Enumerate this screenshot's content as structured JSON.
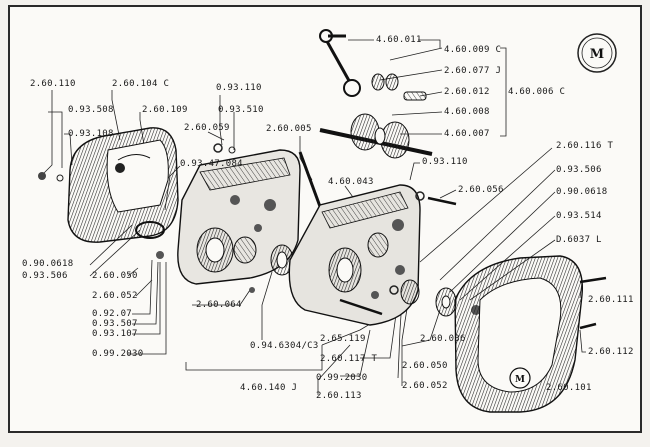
{
  "logo": {
    "letters": "MM"
  },
  "labels": {
    "l_4_60_011": "4.60.011",
    "l_4_60_009c": "4.60.009 C",
    "l_2_60_077j": "2.60.077 J",
    "l_2_60_012": "2.60.012",
    "l_4_60_006c": "4.60.006 C",
    "l_4_60_008": "4.60.008",
    "l_4_60_007": "4.60.007",
    "l_2_60_110": "2.60.110",
    "l_2_60_104c": "2.60.104 C",
    "l_0_93_508": "0.93.508",
    "l_2_60_109": "2.60.109",
    "l_0_93_110_a": "0.93.110",
    "l_0_93_510": "0.93.510",
    "l_0_93_108": "0.93.108",
    "l_2_60_059": "2.60.059",
    "l_2_60_005": "2.60.005",
    "l_0_93_47_084": "0.93.47.084",
    "l_2_60_116t": "2.60.116 T",
    "l_0_93_110_b": "0.93.110",
    "l_4_60_043": "4.60.043",
    "l_0_93_506_r": "0.93.506",
    "l_2_60_056": "2.60.056",
    "l_0_90_0618_r": "0.90.0618",
    "l_0_93_514": "0.93.514",
    "l_d_6037l": "D.6037 L",
    "l_0_90_0618_l": "0.90.0618",
    "l_0_93_506_l": "0.93.506",
    "l_2_60_050_l": "2.60.050",
    "l_2_60_052_l": "2.60.052",
    "l_2_60_064": "2.60.064",
    "l_2_60_111": "2.60.111",
    "l_0_92_07": "0.92.07",
    "l_0_93_507": "0.93.507",
    "l_0_93_107": "0.93.107",
    "l_0_99_2030_l": "0.99.2030",
    "l_2_65_119": "2.65.119",
    "l_0_94_6304": "0.94.6304/C3",
    "l_2_60_036": "2.60.036",
    "l_2_60_112": "2.60.112",
    "l_2_60_117t": "2.60.117 T",
    "l_2_60_050_r": "2.60.050",
    "l_0_99_2030_r": "0.99.2030",
    "l_2_60_052_r": "2.60.052",
    "l_2_60_101": "2.60.101",
    "l_4_60_140j": "4.60.140 J",
    "l_2_60_113": "2.60.113"
  }
}
